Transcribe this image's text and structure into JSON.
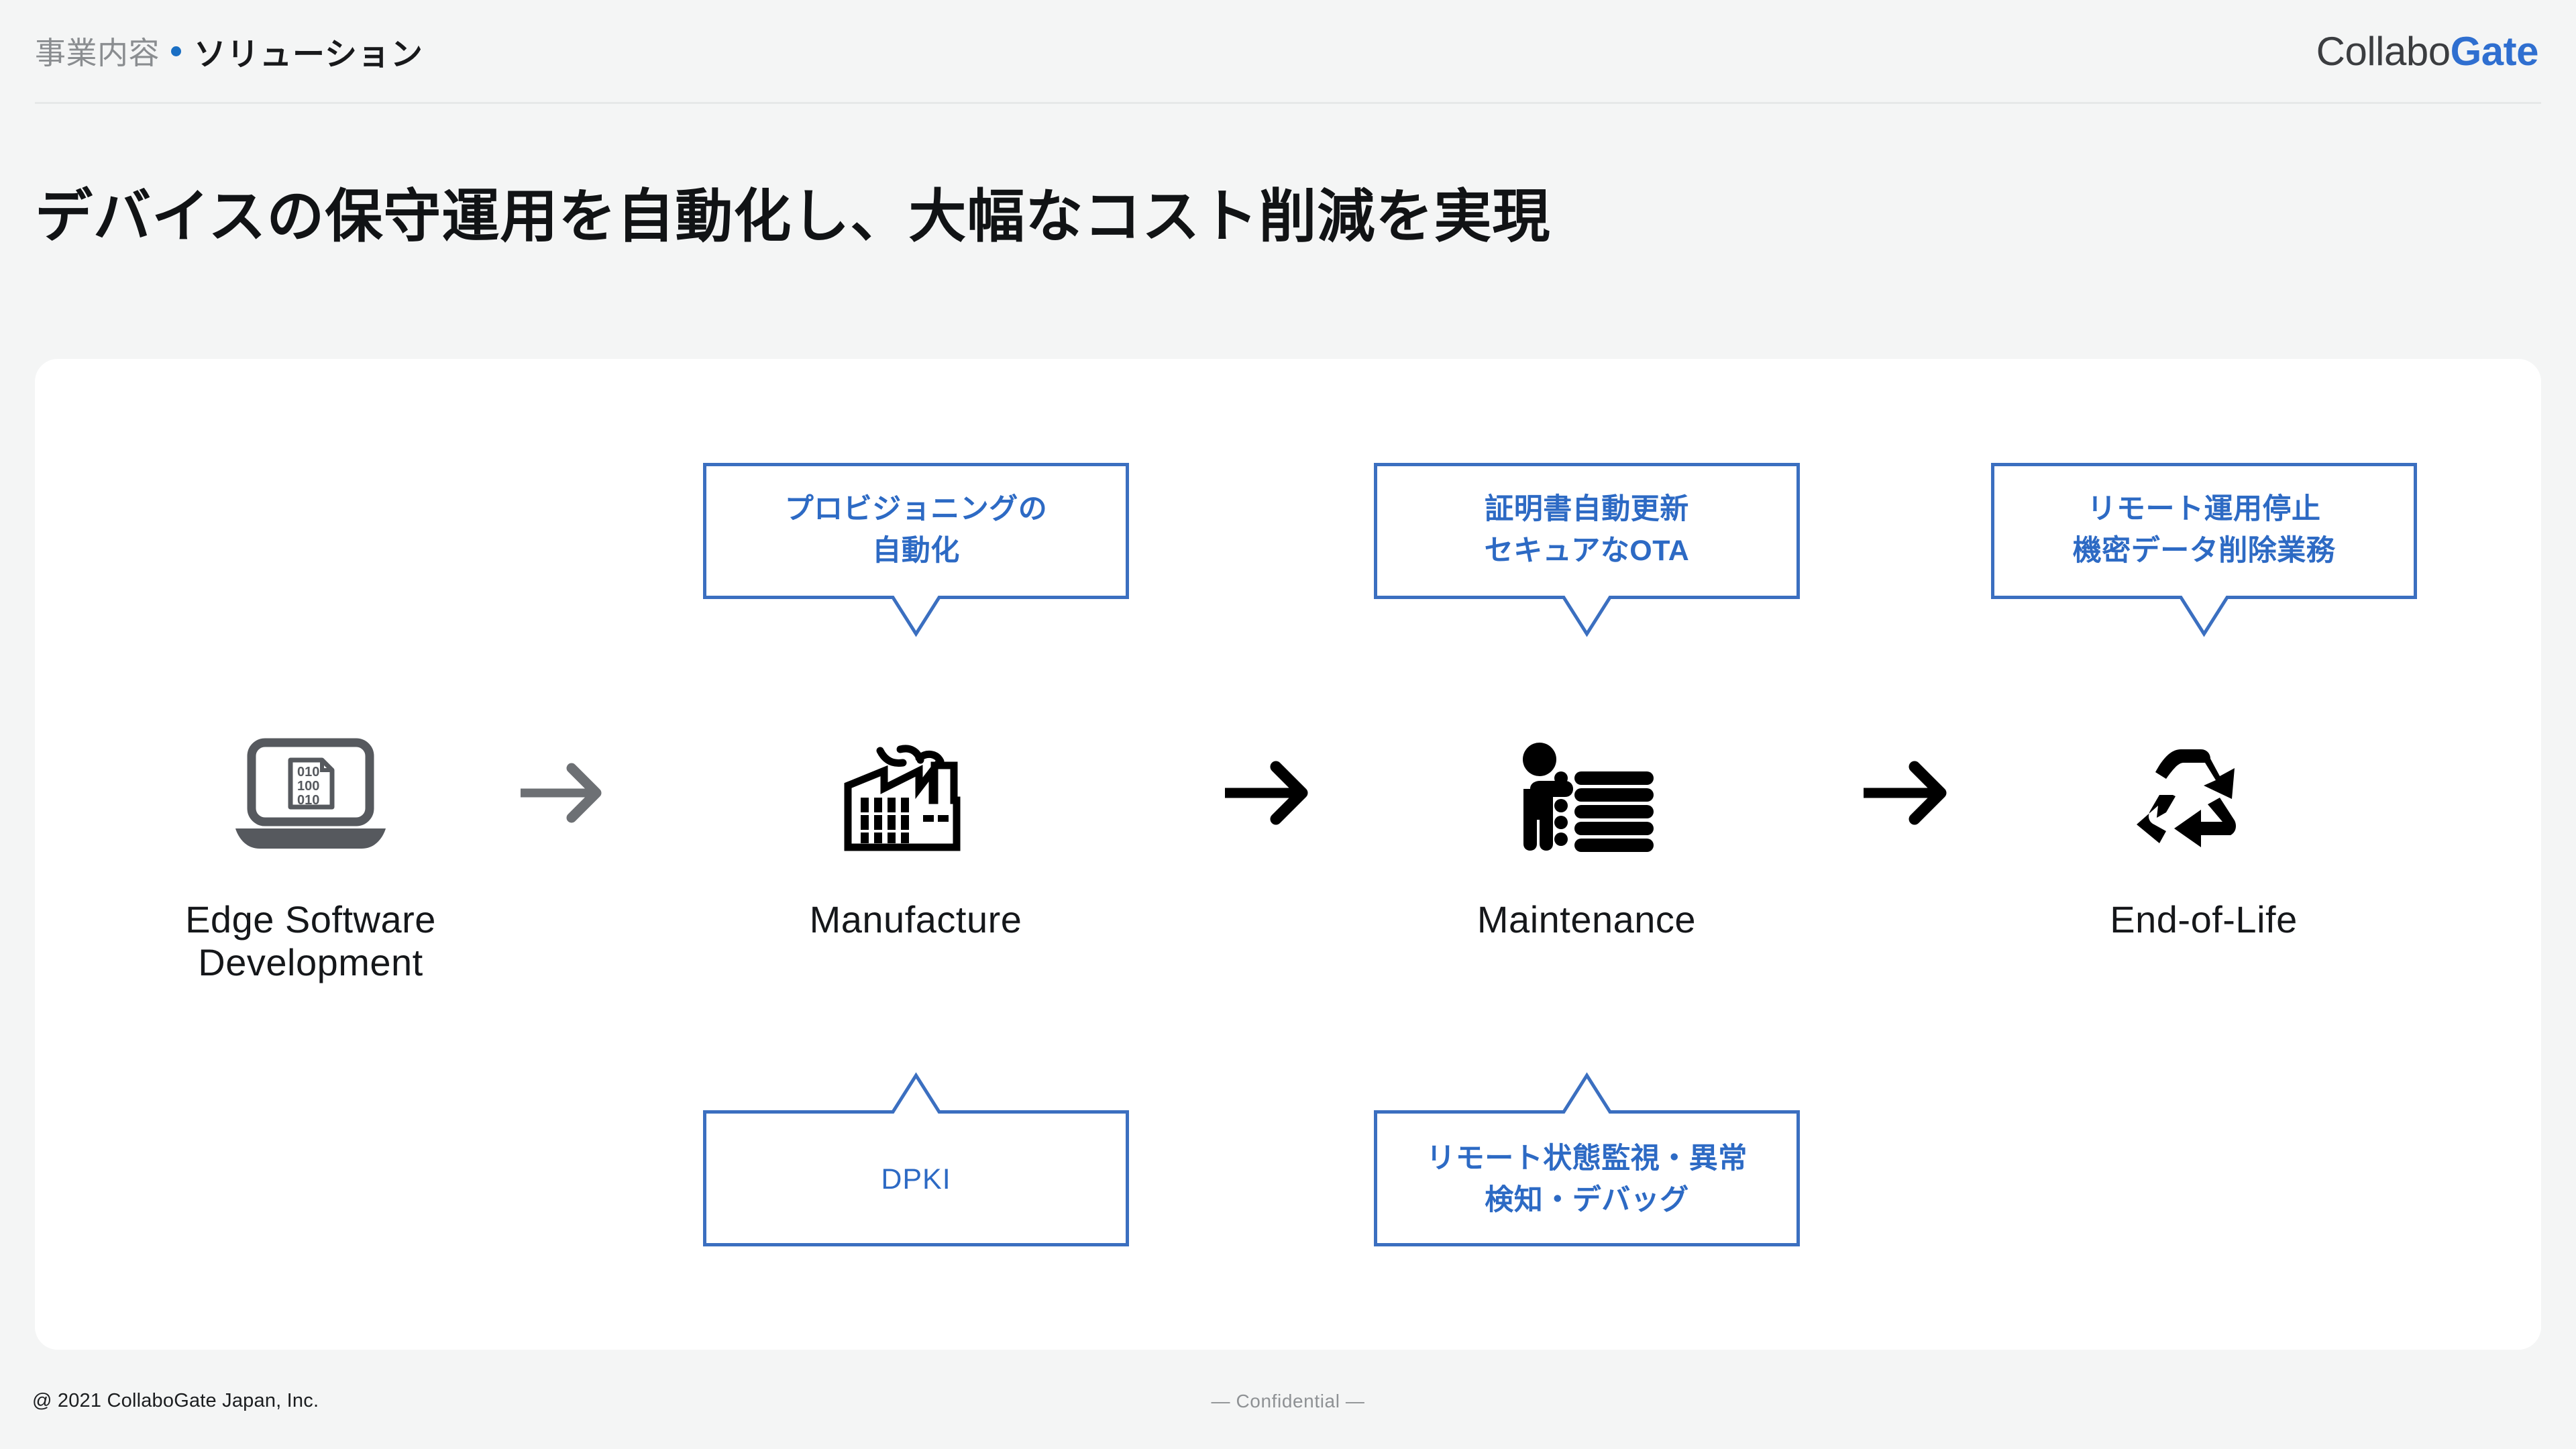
{
  "header": {
    "breadcrumb_prev": "事業内容",
    "breadcrumb_separator": "bullet-dot",
    "breadcrumb_current": "ソリューション",
    "logo_primary": "Collabo",
    "logo_accent": "Gate"
  },
  "title": "デバイスの保守運用を自動化し、大幅なコスト削減を実現",
  "colors": {
    "page_background": "#f4f5f5",
    "card_background": "#ffffff",
    "accent_blue": "#2d6ac4",
    "logo_blue": "#2f6fd0",
    "breadcrumb_dot": "#1a6fc4",
    "title_black": "#111315",
    "arrow_gray": "#6d7074",
    "arrow_black": "#000000",
    "footer_gray": "#8e9194"
  },
  "stages": [
    {
      "label": "Edge Software\nDevelopment",
      "icon": "laptop-binary-code-icon",
      "icon_detail": "010 100 010"
    },
    {
      "label": "Manufacture",
      "icon": "factory-icon"
    },
    {
      "label": "Maintenance",
      "icon": "person-checklist-icon"
    },
    {
      "label": "End-of-Life",
      "icon": "recycle-icon"
    }
  ],
  "arrows": [
    {
      "name": "arrow-edge-to-manufacture",
      "color": "#6d7074"
    },
    {
      "name": "arrow-manufacture-to-maintenance",
      "color": "#000000"
    },
    {
      "name": "arrow-maintenance-to-eol",
      "color": "#000000"
    }
  ],
  "callouts_top": [
    {
      "id": "provisioning",
      "text": "プロビジョニングの\n自動化",
      "attached_to": "Manufacture",
      "tail": "down"
    },
    {
      "id": "certificate",
      "text": "証明書自動更新\nセキュアなOTA",
      "attached_to": "Maintenance",
      "tail": "down"
    },
    {
      "id": "remote-stop",
      "text": "リモート運用停止\n機密データ削除業務",
      "attached_to": "End-of-Life",
      "tail": "down"
    }
  ],
  "callouts_bottom": [
    {
      "id": "dpki",
      "text": "DPKI",
      "attached_to": "Manufacture",
      "tail": "up"
    },
    {
      "id": "monitoring",
      "text": "リモート状態監視・異常\n検知・デバッグ",
      "attached_to": "Maintenance",
      "tail": "up"
    }
  ],
  "footer": {
    "copyright": "@ 2021 CollaboGate Japan, Inc.",
    "confidential": "— Confidential —"
  }
}
